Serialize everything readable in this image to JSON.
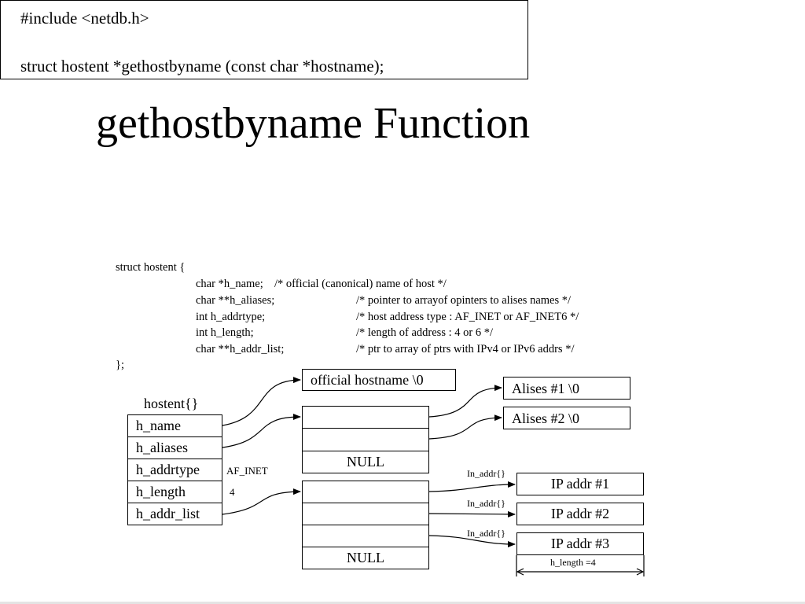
{
  "title": "gethostbyname Function",
  "code": {
    "include": "#include <netdb.h>",
    "prototype": "struct hostent *gethostbyname (const char *hostname);"
  },
  "struct_def": {
    "open": "struct hostent {",
    "fields": [
      {
        "decl": "char *h_name;",
        "comment": "/* official (canonical) name of host */"
      },
      {
        "decl": "char **h_aliases;",
        "comment": "/* pointer to arrayof opinters to alises names */"
      },
      {
        "decl": "int h_addrtype;",
        "comment": "/* host address type : AF_INET or AF_INET6 */"
      },
      {
        "decl": "int h_length;",
        "comment": "/* length of address : 4 or 6 */"
      },
      {
        "decl": "char **h_addr_list;",
        "comment": "/* ptr to array of ptrs with IPv4 or IPv6 addrs */"
      }
    ],
    "close": "};"
  },
  "diagram": {
    "hostent_label": "hostent{}",
    "hostent_fields": [
      "h_name",
      "h_aliases",
      "h_addrtype",
      "h_length",
      "h_addr_list"
    ],
    "addrtype_value": "AF_INET",
    "length_value": "4",
    "official_hostname": "official hostname \\0",
    "aliases": [
      "Alises #1 \\0",
      "Alises #2 \\0"
    ],
    "null_label": "NULL",
    "in_addr_label": "In_addr{}",
    "ip_addrs": [
      "IP addr #1",
      "IP addr #2",
      "IP addr #3"
    ],
    "h_length_note": "h_length =4"
  }
}
